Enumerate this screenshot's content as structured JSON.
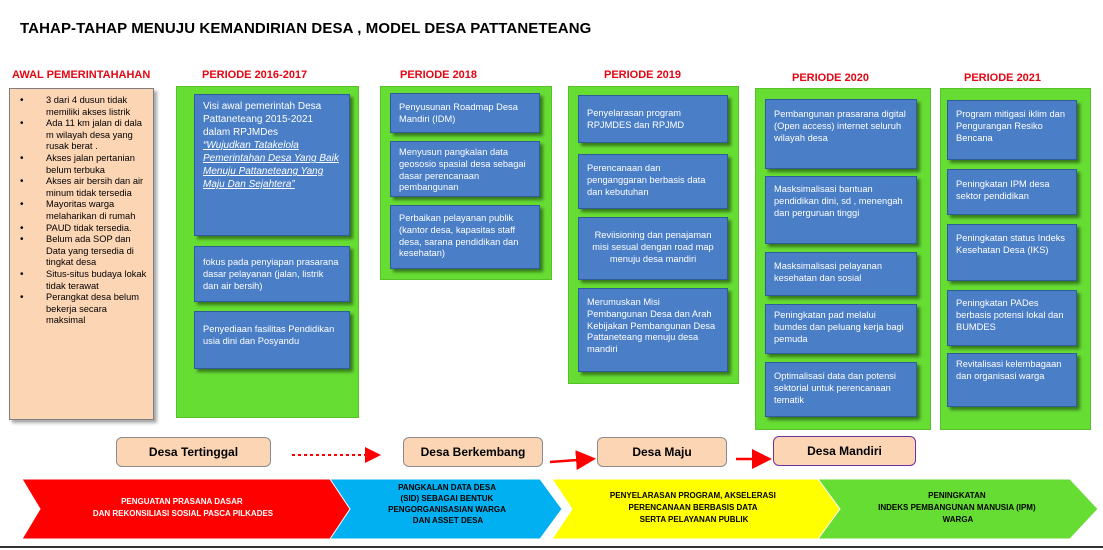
{
  "title": "TAHAP-TAHAP MENUJU KEMANDIRIAN DESA , MODEL  DESA PATTANETEANG",
  "awal": {
    "header": "AWAL PEMERINTAHAHAN",
    "items": [
      "3 dari 4 dusun tidak memiliki akses listrik",
      "Ada 11 km jalan  di dala m wilayah desa yang rusak berat .",
      "Akses jalan pertanian belum terbuka",
      "Akses air bersih dan air minum tidak tersedia",
      "Mayoritas warga melaharikan di rumah",
      "PAUD tidak tersedia.",
      "Belum ada SOP dan Data yang tersedia di tingkat desa",
      "Situs-situs budaya lokak tidak terawat",
      "Perangkat desa belum bekerja secara maksimal"
    ]
  },
  "periods": [
    {
      "header": "PERIODE 2016-2017",
      "boxes": [
        {
          "text": "Visi awal pemerintah Desa Pattaneteang 2015-2021 dalam RPJMDes",
          "link": "“Wujudkan Tatakelola Pemerintahan Desa Yang Baik Menuju Pattaneteang Yang Maju Dan Sejahtera”"
        },
        {
          "text": "fokus pada penyiapan prasarana dasar pelayanan (jalan, listrik dan  air bersih)"
        },
        {
          "text": "Penyediaan fasilitas Pendidikan usia dini dan Posyandu"
        }
      ]
    },
    {
      "header": "PERIODE 2018",
      "boxes": [
        {
          "text": "Penyusunan Roadmap Desa Mandiri (IDM)"
        },
        {
          "text": "Menyusun pangkalan data geososio spasial desa sebagai dasar perencanaan pembangunan"
        },
        {
          "text": "Perbaikan pelayanan publik (kantor desa, kapasitas staff desa, sarana pendidikan dan kesehatan)"
        }
      ]
    },
    {
      "header": "PERIODE 2019",
      "boxes": [
        {
          "text": "Penyelarasan program RPJMDES  dan RPJMD"
        },
        {
          "text": "Perencanaan  dan penganggaran berbasis data dan kebutuhan"
        },
        {
          "text": "Reviisioning dan penajaman misi sesual dengan road map menuju  desa mandiri"
        },
        {
          "text": "Merumuskan Misi Pembangunan Desa dan Arah Kebijakan Pembangunan Desa Pattaneteang menuju desa mandiri"
        }
      ]
    },
    {
      "header": "PERIODE 2020",
      "boxes": [
        {
          "text": "Pembangunan prasarana digital (Open access) internet seluruh  wilayah desa"
        },
        {
          "text": "Masksimalisasi bantuan pendidikan dini, sd , menengah dan perguruan tinggi"
        },
        {
          "text": "Masksimalisasi pelayanan kesehatan dan sosial"
        },
        {
          "text": "Peningkatan pad melalui bumdes  dan peluang kerja bagi pemuda"
        },
        {
          "text": "Optimalisasi data dan potensi sektorial untuk perencanaan tematik"
        }
      ]
    },
    {
      "header": "PERIODE 2021",
      "boxes": [
        {
          "text": "Program mitigasi iklim dan Pengurangan Resiko Bencana"
        },
        {
          "text": "Peningkatan IPM desa sektor pendidikan"
        },
        {
          "text": "Peningkatan status Indeks Kesehatan Desa (IKS)"
        },
        {
          "text": "Peningkatan PADes berbasis potensi lokal dan BUMDES"
        },
        {
          "text": "Revitalisasi kelembagaan dan organisasi warga"
        }
      ]
    }
  ],
  "stages": [
    "Desa Tertinggal",
    "Desa Berkembang",
    "Desa Maju",
    "Desa Mandiri"
  ],
  "chevrons": [
    {
      "lines": [
        "PENGUATAN PRASANA DASAR",
        "DAN REKONSILIASI SOSIAL PASCA PILKADES"
      ],
      "color": "#ff0000",
      "text_color": "#ffffff"
    },
    {
      "lines": [
        "PANGKALAN DATA DESA",
        "(SID) SEBAGAI BENTUK",
        "PENGORGANISASIAN WARGA",
        "DAN ASSET DESA"
      ],
      "color": "#00b0f0",
      "text_color": "#000000"
    },
    {
      "lines": [
        "PENYELARASAN PROGRAM, AKSELERASI",
        "PERENCANAAN BERBASIS DATA",
        "SERTA PELAYANAN PUBLIK"
      ],
      "color": "#ffff00",
      "text_color": "#000000"
    },
    {
      "lines": [
        "PENINGKATAN",
        "INDEKS PEMBANGUNAN MANUSIA (IPM)",
        "WARGA"
      ],
      "color": "#66dd33",
      "text_color": "#000000"
    }
  ],
  "colors": {
    "header_red": "#e30613",
    "green_panel": "#66dd33",
    "blue_box": "#4a7ec6",
    "stage_fill": "#fcd5b5",
    "arrow_red": "#ff0000"
  }
}
